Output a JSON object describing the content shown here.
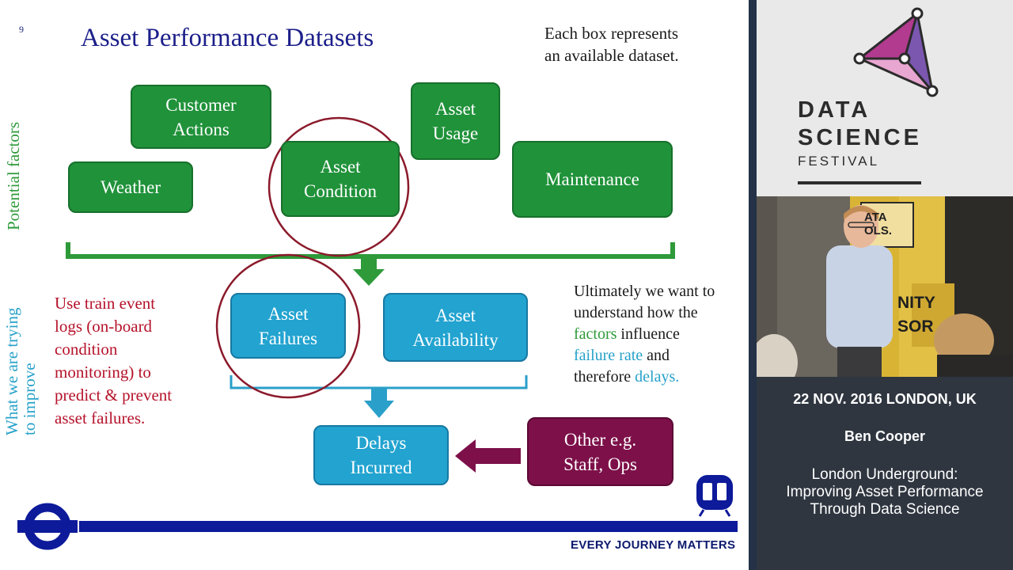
{
  "slide": {
    "number": "9",
    "title": "Asset Performance Datasets",
    "note_top": [
      "Each box represents",
      "an available dataset."
    ],
    "vertical_label_factors": "Potential factors",
    "vertical_label_improve": [
      "What we are trying",
      "to improve"
    ],
    "boxes": {
      "customer_actions": [
        "Customer",
        "Actions"
      ],
      "weather": [
        "Weather"
      ],
      "asset_condition": [
        "Asset",
        "Condition"
      ],
      "asset_usage": [
        "Asset",
        "Usage"
      ],
      "maintenance": [
        "Maintenance"
      ],
      "asset_failures": [
        "Asset",
        "Failures"
      ],
      "asset_availability": [
        "Asset",
        "Availability"
      ],
      "delays_incurred": [
        "Delays",
        "Incurred"
      ],
      "other": [
        "Other e.g.",
        "Staff, Ops"
      ]
    },
    "left_note": [
      "Use train event",
      "logs (on-board",
      "condition",
      "monitoring) to",
      "predict & prevent",
      "asset failures."
    ],
    "right_note": {
      "line1": "Ultimately we want to",
      "line2": "understand how the",
      "factors_word": "factors",
      "line3_rest": " influence",
      "failure_word": "failure rate",
      "line4_rest": " and",
      "line5_start": "therefore ",
      "delays_word": "delays."
    },
    "tagline": "EVERY JOURNEY MATTERS",
    "colors": {
      "green": "#20923a",
      "blue": "#22a3d0",
      "purple": "#7d1049",
      "circle": "#8b1a2b",
      "title": "#1c1f8a",
      "tfl_blue": "#0d1a9a"
    },
    "icons": [
      "roundel-icon",
      "train-icon"
    ]
  },
  "sidebar": {
    "brand_lines": [
      "DATA",
      "SCIENCE"
    ],
    "brand_festival": "FESTIVAL",
    "photo_sign_1": [
      "ATA",
      "OLS."
    ],
    "photo_sign_2": [
      "NITY",
      "SOR"
    ],
    "event_date": "22 NOV. 2016 LONDON, UK",
    "speaker": "Ben Cooper",
    "talk_title": [
      "London Underground:",
      "Improving Asset Performance",
      "Through Data Science"
    ]
  }
}
